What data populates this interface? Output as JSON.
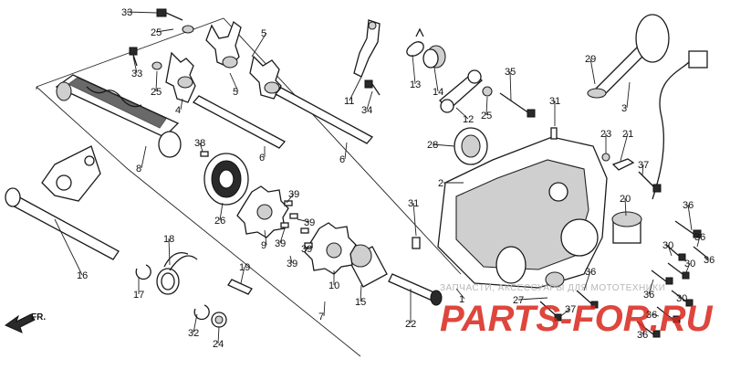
{
  "diagram": {
    "callouts": [
      {
        "id": "c1",
        "text": "33"
      },
      {
        "id": "c2",
        "text": "25"
      },
      {
        "id": "c3",
        "text": "33"
      },
      {
        "id": "c4",
        "text": "25"
      },
      {
        "id": "c5",
        "text": "4"
      },
      {
        "id": "c6",
        "text": "5"
      },
      {
        "id": "c7",
        "text": "5"
      },
      {
        "id": "c8",
        "text": "8"
      },
      {
        "id": "c9",
        "text": "38"
      },
      {
        "id": "c10",
        "text": "6"
      },
      {
        "id": "c11",
        "text": "6"
      },
      {
        "id": "c12",
        "text": "11"
      },
      {
        "id": "c13",
        "text": "34"
      },
      {
        "id": "c14",
        "text": "13"
      },
      {
        "id": "c15",
        "text": "14"
      },
      {
        "id": "c16",
        "text": "12"
      },
      {
        "id": "c17",
        "text": "25"
      },
      {
        "id": "c18",
        "text": "35"
      },
      {
        "id": "c19",
        "text": "29"
      },
      {
        "id": "c20",
        "text": "3"
      },
      {
        "id": "c21",
        "text": "31"
      },
      {
        "id": "c22",
        "text": "28"
      },
      {
        "id": "c23",
        "text": "2"
      },
      {
        "id": "c24",
        "text": "23"
      },
      {
        "id": "c25",
        "text": "21"
      },
      {
        "id": "c26",
        "text": "37"
      },
      {
        "id": "c27",
        "text": "20"
      },
      {
        "id": "c28",
        "text": "36"
      },
      {
        "id": "c29",
        "text": "36"
      },
      {
        "id": "c30",
        "text": "30"
      },
      {
        "id": "c31",
        "text": "30"
      },
      {
        "id": "c32",
        "text": "36"
      },
      {
        "id": "c33",
        "text": "30"
      },
      {
        "id": "c34",
        "text": "36"
      },
      {
        "id": "c35",
        "text": "36"
      },
      {
        "id": "c36",
        "text": "36"
      },
      {
        "id": "c37",
        "text": "36"
      },
      {
        "id": "c38",
        "text": "37"
      },
      {
        "id": "c39",
        "text": "27"
      },
      {
        "id": "c40",
        "text": "1"
      },
      {
        "id": "c41",
        "text": "22"
      },
      {
        "id": "c42",
        "text": "15"
      },
      {
        "id": "c43",
        "text": "10"
      },
      {
        "id": "c44",
        "text": "7"
      },
      {
        "id": "c45",
        "text": "9"
      },
      {
        "id": "c46",
        "text": "39"
      },
      {
        "id": "c47",
        "text": "39"
      },
      {
        "id": "c48",
        "text": "39"
      },
      {
        "id": "c49",
        "text": "39"
      },
      {
        "id": "c50",
        "text": "39"
      },
      {
        "id": "c51",
        "text": "26"
      },
      {
        "id": "c52",
        "text": "31"
      },
      {
        "id": "c53",
        "text": "19"
      },
      {
        "id": "c54",
        "text": "18"
      },
      {
        "id": "c55",
        "text": "17"
      },
      {
        "id": "c56",
        "text": "16"
      },
      {
        "id": "c57",
        "text": "32"
      },
      {
        "id": "c58",
        "text": "24"
      }
    ],
    "direction_label": "FR.",
    "watermark_small": "ЗАПЧАСТИ, АКСЕССУАРЫ ДЛЯ МОТОТЕХНИКИ",
    "watermark_logo": "PARTS-FOR.RU"
  }
}
